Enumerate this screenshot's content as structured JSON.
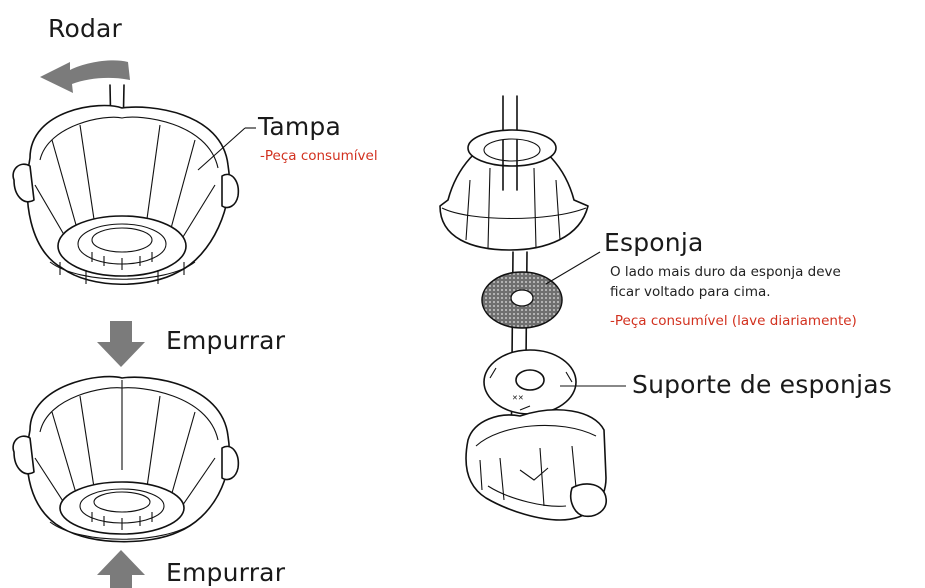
{
  "labels": {
    "rotate": "Rodar",
    "cap": "Tampa",
    "cap_note": "-Peça consumível",
    "push_top": "Empurrar",
    "push_bottom": "Empurrar",
    "sponge": "Esponja",
    "sponge_note_line1": "O lado mais duro da esponja deve",
    "sponge_note_line2": "ficar voltado para cima.",
    "sponge_consumable": "-Peça consumível (lave diariamente)",
    "sponge_holder": "Suporte de esponjas"
  },
  "colors": {
    "arrow_gray": "#7b7b7b",
    "note_red": "#d2311f",
    "line": "#111111"
  },
  "icons": {
    "rotate_arrow": "curved-arrow-left-icon",
    "push_down_arrow": "arrow-down-icon",
    "push_up_arrow": "arrow-up-icon"
  }
}
